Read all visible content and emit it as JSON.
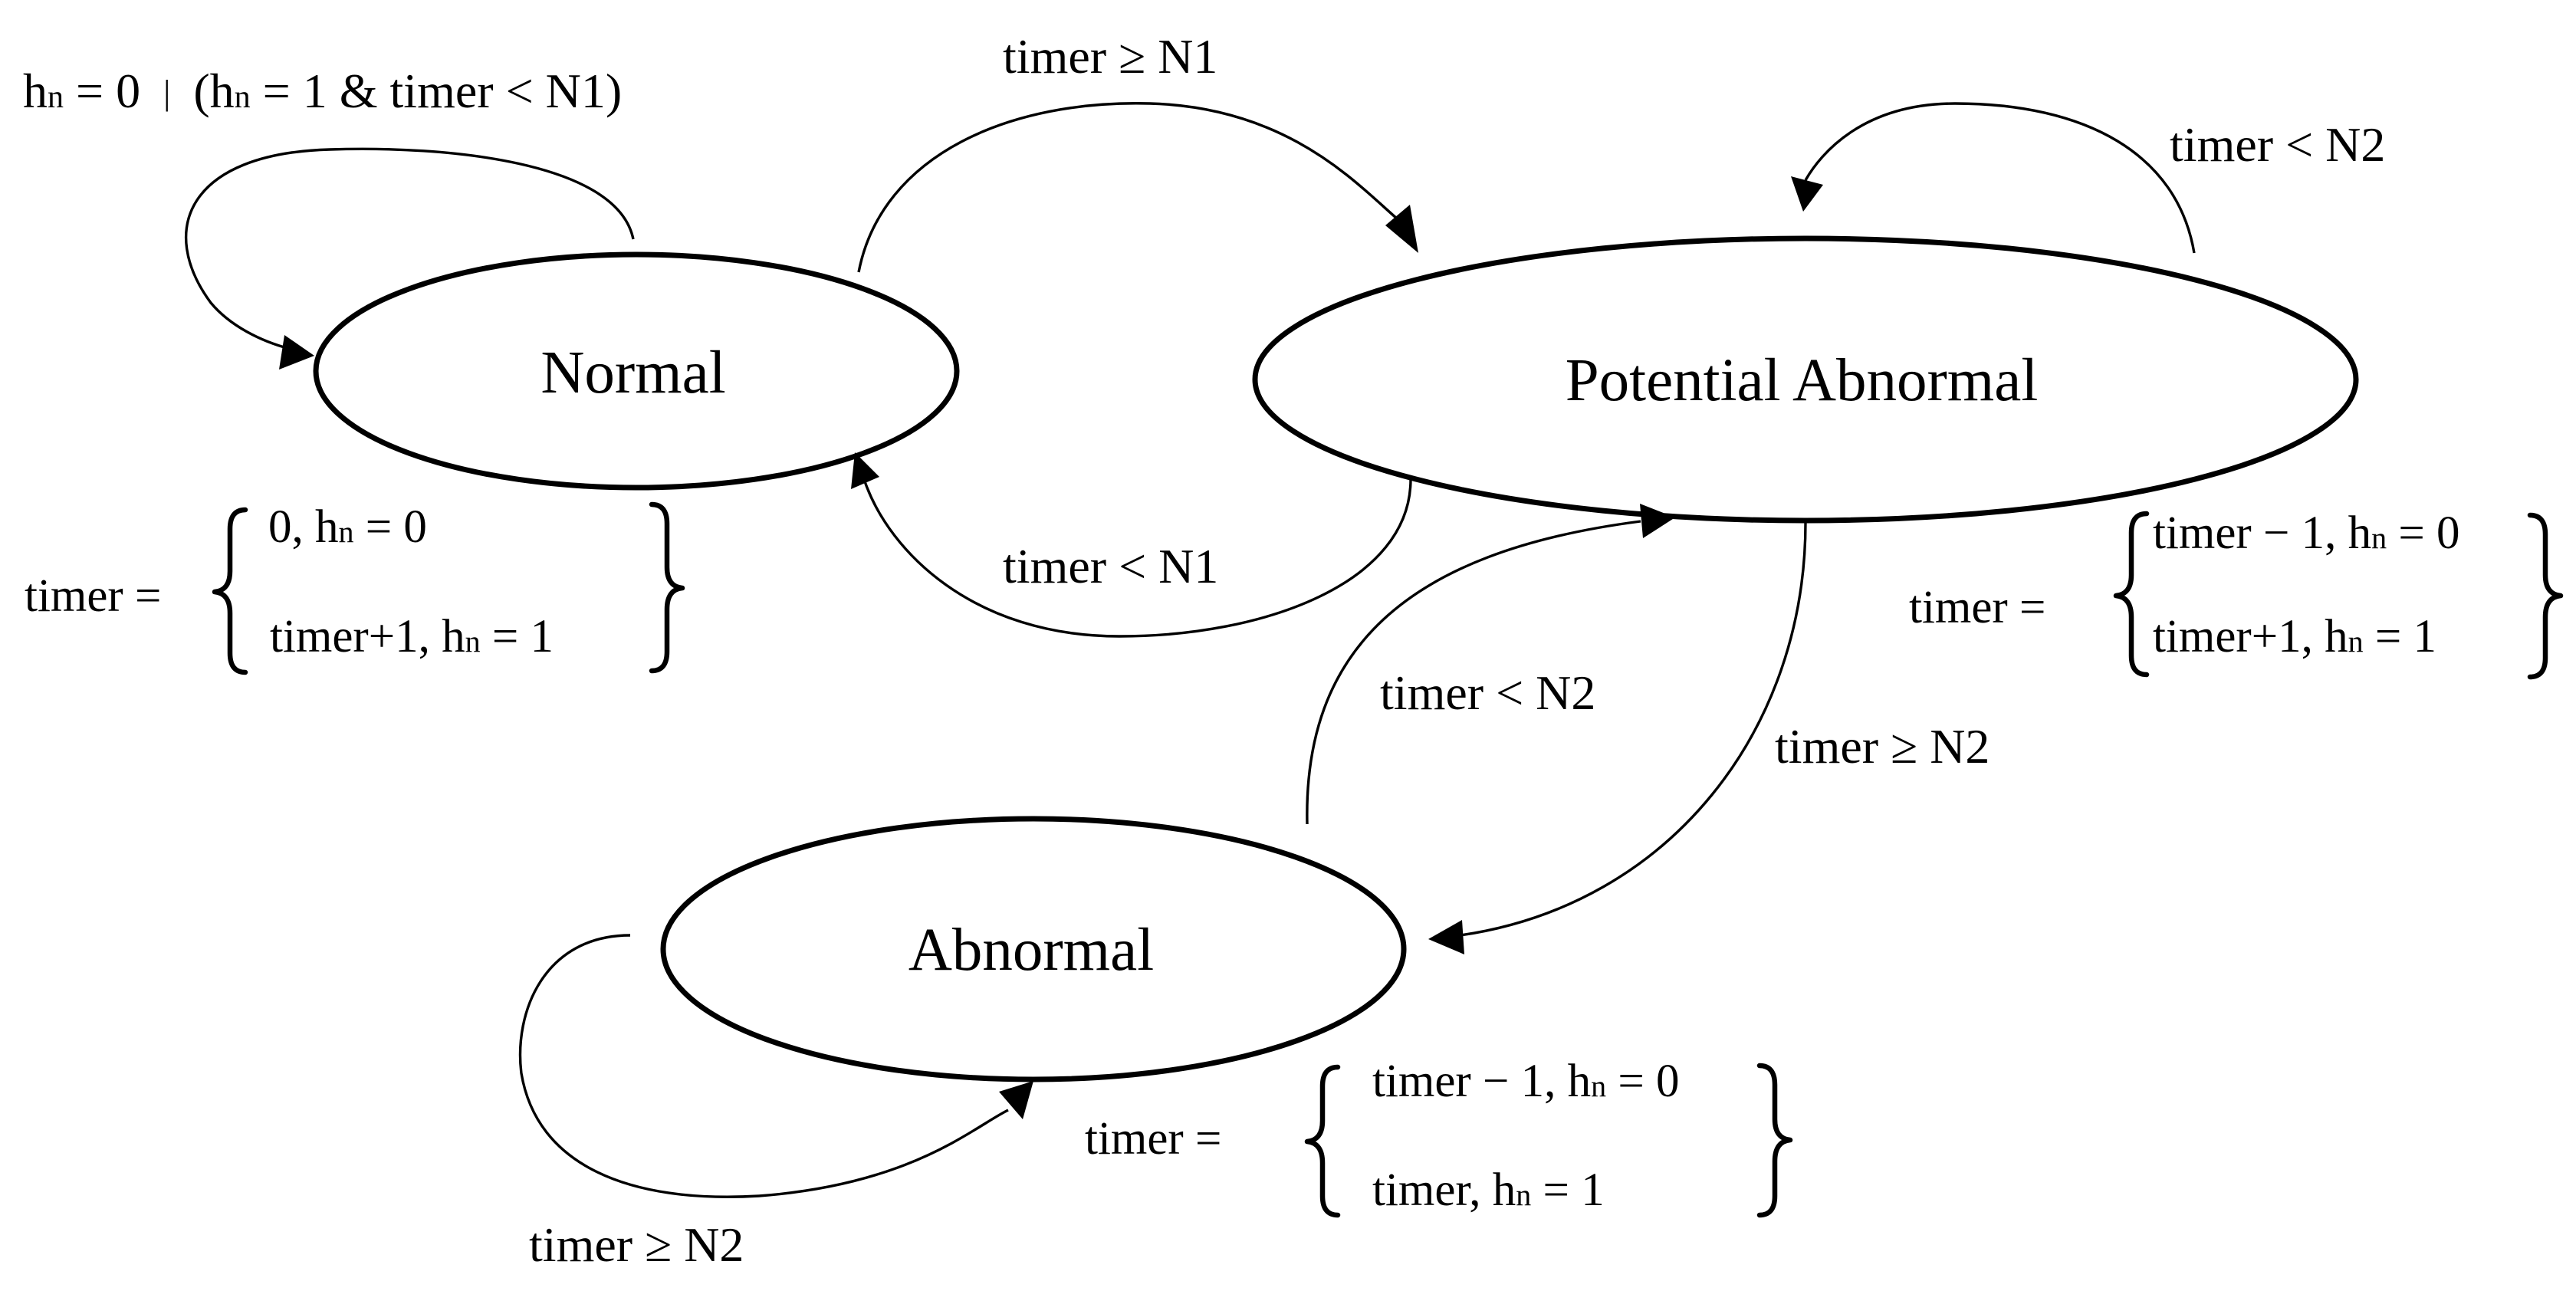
{
  "diagram": {
    "type": "state-machine",
    "states": {
      "normal": {
        "label": "Normal"
      },
      "potential_abnormal": {
        "label": "Potential Abnormal"
      },
      "abnormal": {
        "label": "Abnormal"
      }
    },
    "transitions": {
      "normal_self": {
        "from": "Normal",
        "to": "Normal",
        "condition_part1": "h",
        "condition_sub1": "n",
        "condition_part2": " = 0 ",
        "condition_sep": "|",
        "condition_part3": " (h",
        "condition_sub3": "n",
        "condition_part4": " = 1 & timer < N1)"
      },
      "normal_to_potential": {
        "from": "Normal",
        "to": "Potential Abnormal",
        "label": "timer ≥ N1"
      },
      "potential_to_normal": {
        "from": "Potential Abnormal",
        "to": "Normal",
        "label": "timer < N1"
      },
      "potential_self": {
        "from": "Potential Abnormal",
        "to": "Potential Abnormal",
        "label": "timer < N2"
      },
      "potential_to_abnormal": {
        "from": "Potential Abnormal",
        "to": "Abnormal",
        "label": "timer ≥ N2"
      },
      "abnormal_to_potential": {
        "from": "Abnormal",
        "to": "Potential Abnormal",
        "label": "timer < N2"
      },
      "abnormal_self": {
        "from": "Abnormal",
        "to": "Abnormal",
        "label": "timer ≥ N2"
      }
    },
    "timer_rules": {
      "normal": {
        "lhs": "timer =",
        "case1_pre": "0, h",
        "case1_sub": "n",
        "case1_post": " = 0",
        "case2_pre": "timer+1, h",
        "case2_sub": "n",
        "case2_post": " = 1"
      },
      "potential_abnormal": {
        "lhs": "timer =",
        "case1_pre": "timer − 1, h",
        "case1_sub": "n",
        "case1_post": " = 0",
        "case2_pre": "timer+1, h",
        "case2_sub": "n",
        "case2_post": " = 1"
      },
      "abnormal": {
        "lhs": "timer =",
        "case1_pre": "timer − 1, h",
        "case1_sub": "n",
        "case1_post": " = 0",
        "case2_pre": "timer, h",
        "case2_sub": "n",
        "case2_post": " = 1"
      }
    }
  }
}
